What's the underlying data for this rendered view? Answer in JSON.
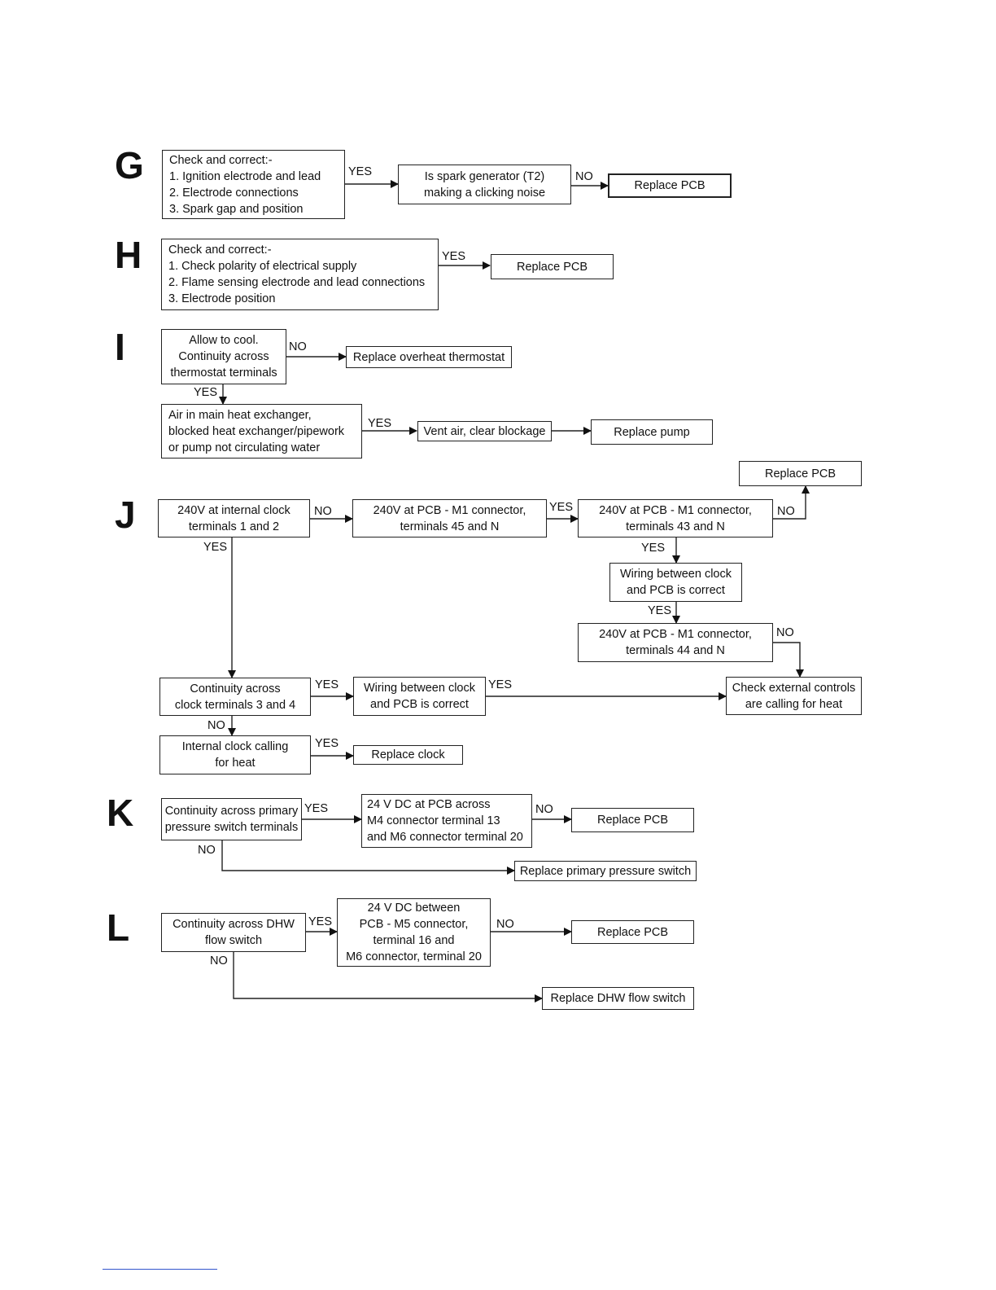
{
  "sections": {
    "g": {
      "letter": "G",
      "check": [
        "Check and correct:-",
        "1. Ignition electrode and lead",
        "2. Electrode connections",
        "3. Spark gap and position"
      ],
      "spark": [
        "Is spark generator (T2)",
        "making a clicking noise"
      ],
      "replace_pcb": "Replace PCB",
      "yes": "YES",
      "no": "NO"
    },
    "h": {
      "letter": "H",
      "check": [
        "Check and correct:-",
        "1. Check polarity of electrical supply",
        "2. Flame sensing electrode and lead connections",
        "3. Electrode position"
      ],
      "replace_pcb": "Replace PCB",
      "yes": "YES"
    },
    "i": {
      "letter": "I",
      "cool": [
        "Allow to cool.",
        "Continuity across",
        "thermostat terminals"
      ],
      "replace_overheat": "Replace overheat thermostat",
      "air": [
        "Air in main heat exchanger,",
        "blocked heat exchanger/pipework",
        "or pump not circulating water"
      ],
      "vent": "Vent air, clear blockage",
      "replace_pump": "Replace pump",
      "no": "NO",
      "yes_down": "YES",
      "yes_right": "YES"
    },
    "j": {
      "letter": "J",
      "clock12": [
        "240V at internal clock",
        "terminals 1 and 2"
      ],
      "m1_45": [
        "240V at PCB - M1 connector,",
        "terminals 45 and N"
      ],
      "m1_43": [
        "240V at PCB - M1 connector,",
        "terminals 43 and N"
      ],
      "replace_pcb": "Replace PCB",
      "wiring_right": [
        "Wiring between clock",
        "and PCB is correct"
      ],
      "m1_44": [
        "240V at PCB - M1 connector,",
        "terminals 44 and N"
      ],
      "cont34": [
        "Continuity across",
        "clock terminals 3 and 4"
      ],
      "wiring_mid": [
        "Wiring between clock",
        "and PCB is correct"
      ],
      "external": [
        "Check external controls",
        "are calling for heat"
      ],
      "int_clock": [
        "Internal clock calling",
        "for heat"
      ],
      "replace_clock": "Replace clock",
      "lbl_no1": "NO",
      "lbl_yes1": "YES",
      "lbl_no2": "NO",
      "lbl_yes_down1": "YES",
      "lbl_yes_down2": "YES",
      "lbl_yes_down3": "YES",
      "lbl_no3": "NO",
      "lbl_yes_cont": "YES",
      "lbl_yes_wiring": "YES",
      "lbl_no_cont": "NO",
      "lbl_yes_int": "YES"
    },
    "k": {
      "letter": "K",
      "cont": [
        "Continuity across primary",
        "pressure switch terminals"
      ],
      "dc": [
        "24 V DC at PCB across",
        "M4 connector terminal 13",
        "and M6 connector terminal 20"
      ],
      "replace_pcb": "Replace PCB",
      "replace_switch": "Replace primary pressure switch",
      "yes": "YES",
      "no1": "NO",
      "no2": "NO"
    },
    "l": {
      "letter": "L",
      "cont": [
        "Continuity across DHW",
        "flow switch"
      ],
      "dc": [
        "24 V DC between",
        "PCB - M5 connector,",
        "terminal 16 and",
        "M6 connector, terminal 20"
      ],
      "replace_pcb": "Replace PCB",
      "replace_flow": "Replace DHW flow switch",
      "yes": "YES",
      "no1": "NO",
      "no2": "NO"
    }
  }
}
